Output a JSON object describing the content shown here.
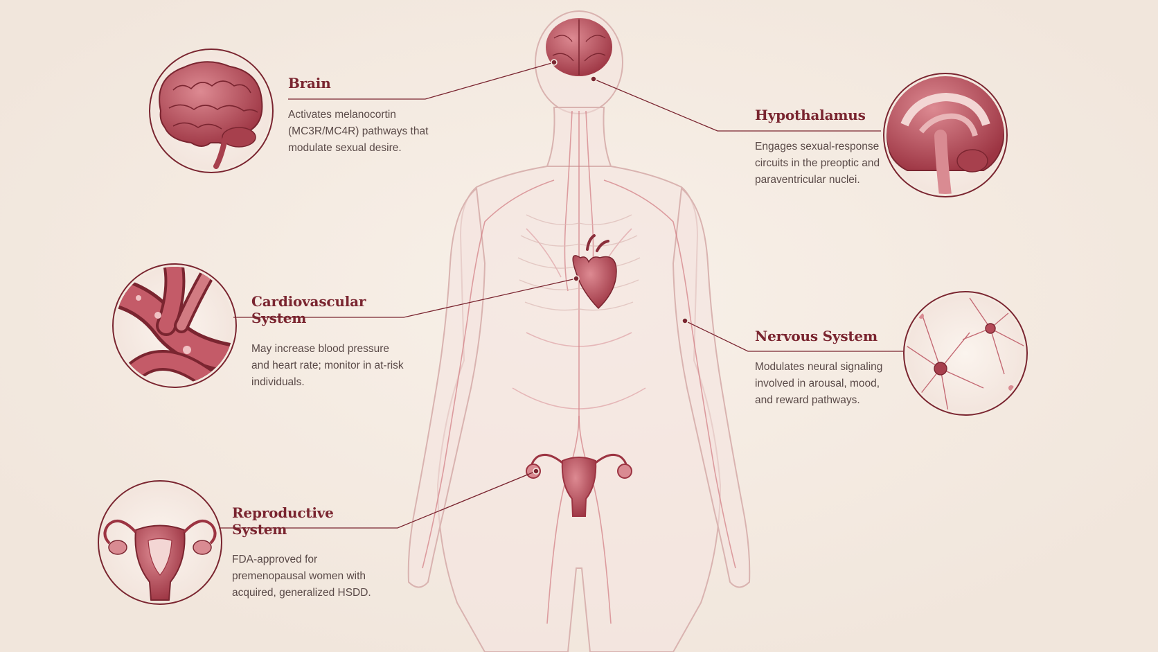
{
  "colors": {
    "background": "#f5ece3",
    "accent": "#7a2530",
    "organ": "#b44a58",
    "body_outline": "#d9b3b0",
    "text": "#5a4a48"
  },
  "callouts": {
    "brain": {
      "title": "Brain",
      "description": "Activates melanocortin (MC3R/MC4R) pathways that modulate sexual desire.",
      "icon": "brain-icon"
    },
    "hypothalamus": {
      "title": "Hypothalamus",
      "description": "Engages sexual-response circuits in the preoptic and paraventricular nuclei.",
      "icon": "brain-section-icon"
    },
    "cardiovascular": {
      "title": "Cardiovascular System",
      "description": "May increase blood pressure and heart rate; monitor in at-risk individuals.",
      "icon": "blood-vessel-icon"
    },
    "nervous": {
      "title": "Nervous System",
      "description": "Modulates neural signaling involved in arousal, mood, and reward pathways.",
      "icon": "neuron-icon"
    },
    "reproductive": {
      "title": "Reproductive System",
      "description": "FDA-approved for premenopausal women with acquired, generalized HSDD.",
      "icon": "uterus-icon"
    }
  }
}
